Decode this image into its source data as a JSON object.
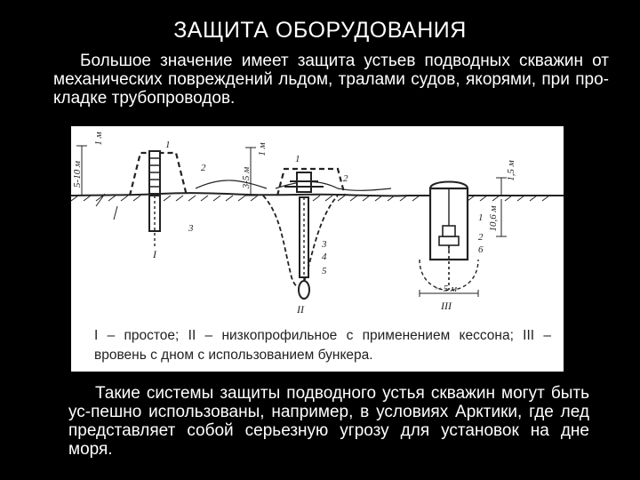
{
  "slide": {
    "title": "ЗАЩИТА ОБОРУДОВАНИЯ",
    "paragraph_top": "Большое значение имеет защита устьев подводных скважин от механических повреждений льдом, тралами судов, якорями, при про-кладке трубопроводов.",
    "caption": "I – простое; II – низкопрофильное с применением кессона; III – вровень с дном с использованием бункера.",
    "paragraph_bottom": "Такие системы защиты подводного устья скважин могут быть ус-пешно использованы, например, в условиях Арктики, где лед представляет собой серьезную угрозу для установок на дне моря."
  },
  "figure": {
    "dim_labels": {
      "left_height": "5-10 м",
      "left_top": "1 м",
      "mid_height": "3-5 м",
      "mid_top": "1 м",
      "right_top": "1,5 м",
      "right_depth": "10,6 м",
      "right_width": "~ 5 м"
    },
    "part_numbers": {
      "n1_left": "1",
      "n2_left": "2",
      "n3_left": "3",
      "n1_mid": "1",
      "n2_mid": "2",
      "n3_mid": "3",
      "n4_mid": "4",
      "n5_mid": "5",
      "n1_right": "1",
      "n2_right": "2",
      "n6_right": "6"
    },
    "roman_labels": {
      "variant_1": "I",
      "variant_2": "II",
      "variant_3": "III"
    }
  }
}
